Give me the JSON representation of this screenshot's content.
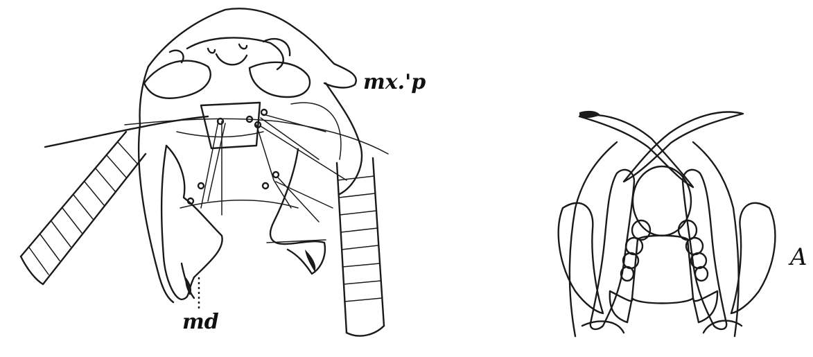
{
  "labels": {
    "maxilliped": "mx.'p",
    "mandible": "md",
    "figure_a": "A"
  },
  "colors": {
    "ink": "#1a1a1a",
    "paper": "#ffffff"
  }
}
